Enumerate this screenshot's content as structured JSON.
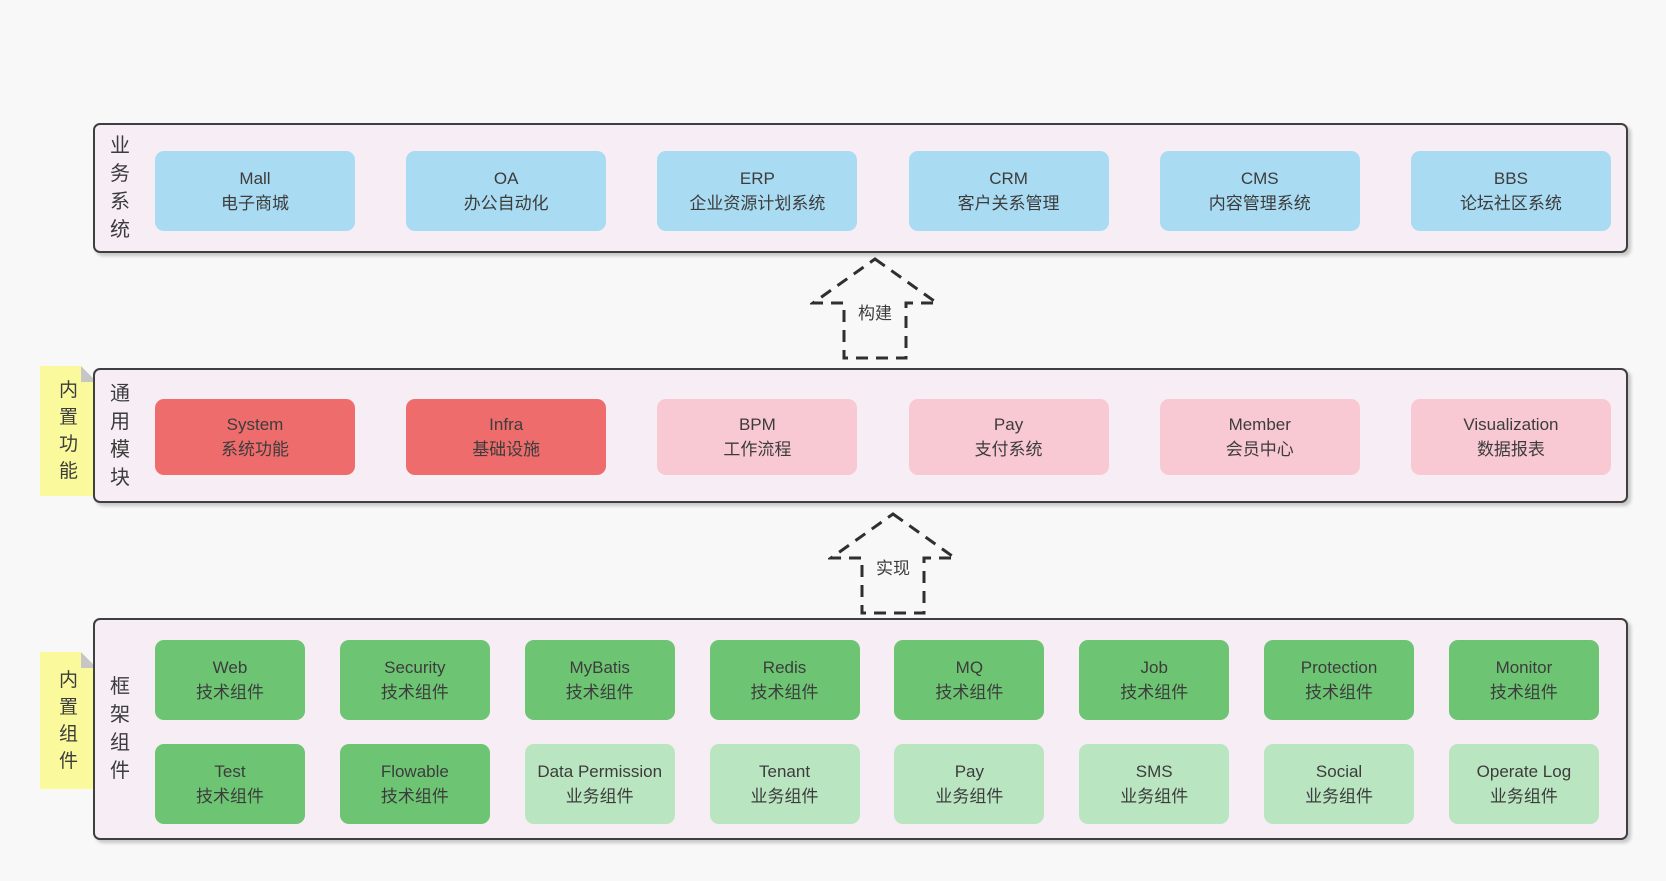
{
  "colors": {
    "background": "#f8f8f8",
    "panel_fill": "#f7edf5",
    "panel_border": "#3f3f3f",
    "blue_box": "#a9dbf2",
    "red_box": "#ee6c6c",
    "pink_box": "#f9c9d3",
    "green_box": "#6dc573",
    "light_green_box": "#bae5c1",
    "note_yellow": "#fafa9d",
    "text": "#3c3c3c"
  },
  "layer1": {
    "label": "业务系统",
    "boxes": [
      {
        "en": "Mall",
        "zh": "电子商城"
      },
      {
        "en": "OA",
        "zh": "办公自动化"
      },
      {
        "en": "ERP",
        "zh": "企业资源计划系统"
      },
      {
        "en": "CRM",
        "zh": "客户关系管理"
      },
      {
        "en": "CMS",
        "zh": "内容管理系统"
      },
      {
        "en": "BBS",
        "zh": "论坛社区系统"
      }
    ]
  },
  "arrow1": {
    "label": "构建"
  },
  "note1": {
    "label": "内置功能"
  },
  "layer2": {
    "label": "通用模块",
    "boxes": [
      {
        "en": "System",
        "zh": "系统功能"
      },
      {
        "en": "Infra",
        "zh": "基础设施"
      },
      {
        "en": "BPM",
        "zh": "工作流程"
      },
      {
        "en": "Pay",
        "zh": "支付系统"
      },
      {
        "en": "Member",
        "zh": "会员中心"
      },
      {
        "en": "Visualization",
        "zh": "数据报表"
      }
    ]
  },
  "arrow2": {
    "label": "实现"
  },
  "note2": {
    "label": "内置组件"
  },
  "layer3": {
    "label": "框架组件",
    "row1": [
      {
        "en": "Web",
        "zh": "技术组件"
      },
      {
        "en": "Security",
        "zh": "技术组件"
      },
      {
        "en": "MyBatis",
        "zh": "技术组件"
      },
      {
        "en": "Redis",
        "zh": "技术组件"
      },
      {
        "en": "MQ",
        "zh": "技术组件"
      },
      {
        "en": "Job",
        "zh": "技术组件"
      },
      {
        "en": "Protection",
        "zh": "技术组件"
      },
      {
        "en": "Monitor",
        "zh": "技术组件"
      }
    ],
    "row2": [
      {
        "en": "Test",
        "zh": "技术组件"
      },
      {
        "en": "Flowable",
        "zh": "技术组件"
      },
      {
        "en": "Data Permission",
        "zh": "业务组件"
      },
      {
        "en": "Tenant",
        "zh": "业务组件"
      },
      {
        "en": "Pay",
        "zh": "业务组件"
      },
      {
        "en": "SMS",
        "zh": "业务组件"
      },
      {
        "en": "Social",
        "zh": "业务组件"
      },
      {
        "en": "Operate Log",
        "zh": "业务组件"
      }
    ]
  }
}
